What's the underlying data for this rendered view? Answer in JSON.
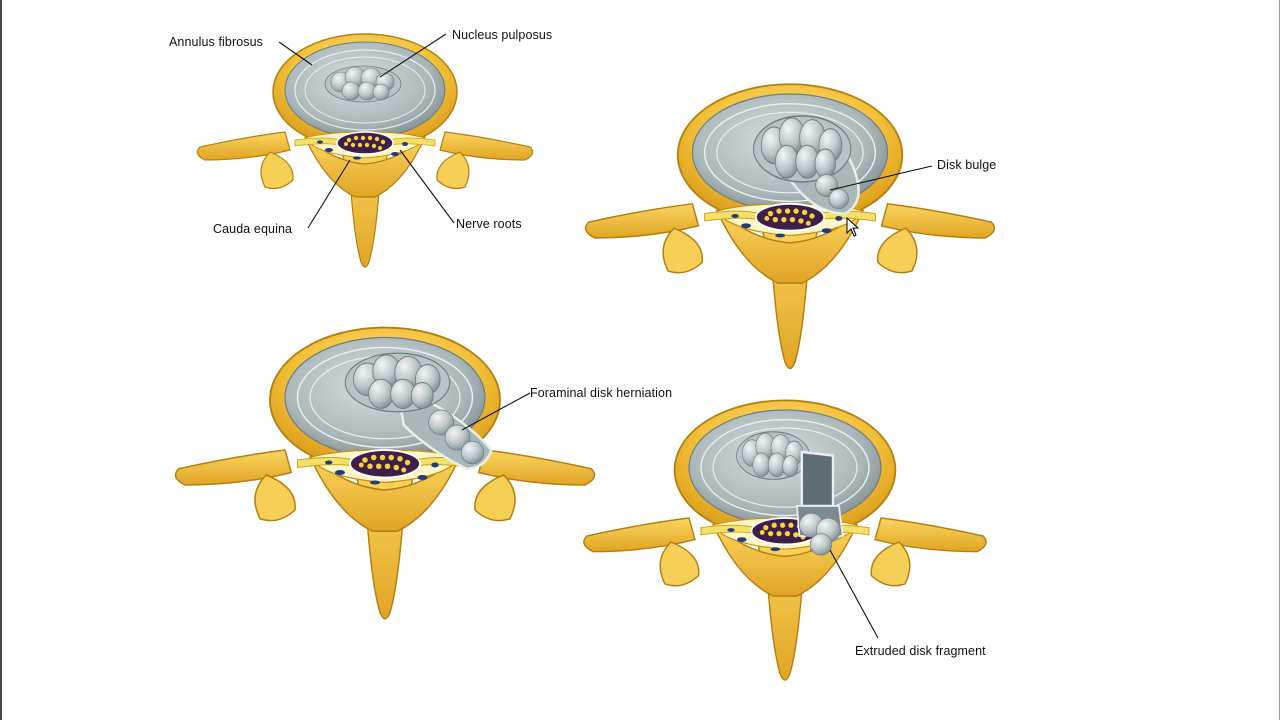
{
  "labels": {
    "annulus": "Annulus fibrosus",
    "nucleus": "Nucleus pulposus",
    "cauda": "Cauda equina",
    "nerve_roots": "Nerve roots",
    "bulge": "Disk bulge",
    "foraminal": "Foraminal disk herniation",
    "extruded": "Extruded disk fragment"
  },
  "colors": {
    "bone": "#f3c13a",
    "bone_dark": "#c98f13",
    "disc": "#a9b6b8",
    "disc_ring": "#e9eeee",
    "nucleus": "#c9d2d4",
    "canal": "#fff6c8",
    "cord": "#3d1f4a",
    "nerve": "#f5e06a",
    "fat_spots": "#1f3d7a"
  }
}
